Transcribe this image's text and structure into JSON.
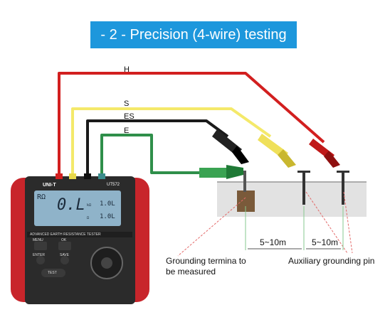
{
  "title": "- 2 -  Precision (4-wire) testing",
  "wires": {
    "h": "H",
    "s": "S",
    "es": "ES",
    "e": "E"
  },
  "colors": {
    "banner": "#1d97dc",
    "wire_h": "#d21f1f",
    "wire_s": "#f4e96a",
    "wire_es": "#1a1a1a",
    "wire_e": "#2f8f4a",
    "device_body": "#c8252b",
    "device_panel": "#2b2b2b",
    "lcd": "#8fb3c9",
    "ground": "#d9d9d9",
    "measure_lines": "#e36a6a",
    "spacing_lines": "#86c98f"
  },
  "device": {
    "brand": "UNI-T",
    "model": "UT572",
    "panel_label": "ADVANCED EARTH RESISTANCE TESTER",
    "lcd_main": "0.L",
    "lcd_side_1": "1.0L",
    "lcd_side_2": "1.0L",
    "lcd_unit_1": "kΩ",
    "lcd_unit_2": "Ω",
    "lcd_left": "RΩ",
    "btn_menu": "MENU",
    "btn_ok": "OK",
    "btn_enter": "ENTER",
    "btn_save": "SAVE",
    "btn_test": "TEST"
  },
  "labels": {
    "spacing_1": "5~10m",
    "spacing_2": "5~10m",
    "terminal": "Grounding termina to\nbe measured",
    "terminal_line1": "Grounding termina to",
    "terminal_line2": "be measured",
    "auxiliary": "Auxiliary grounding pin"
  },
  "icons": [
    "clamp-icon",
    "ground-pin-icon",
    "rotary-dial-icon",
    "arrow-up-icon",
    "arrow-down-icon"
  ]
}
